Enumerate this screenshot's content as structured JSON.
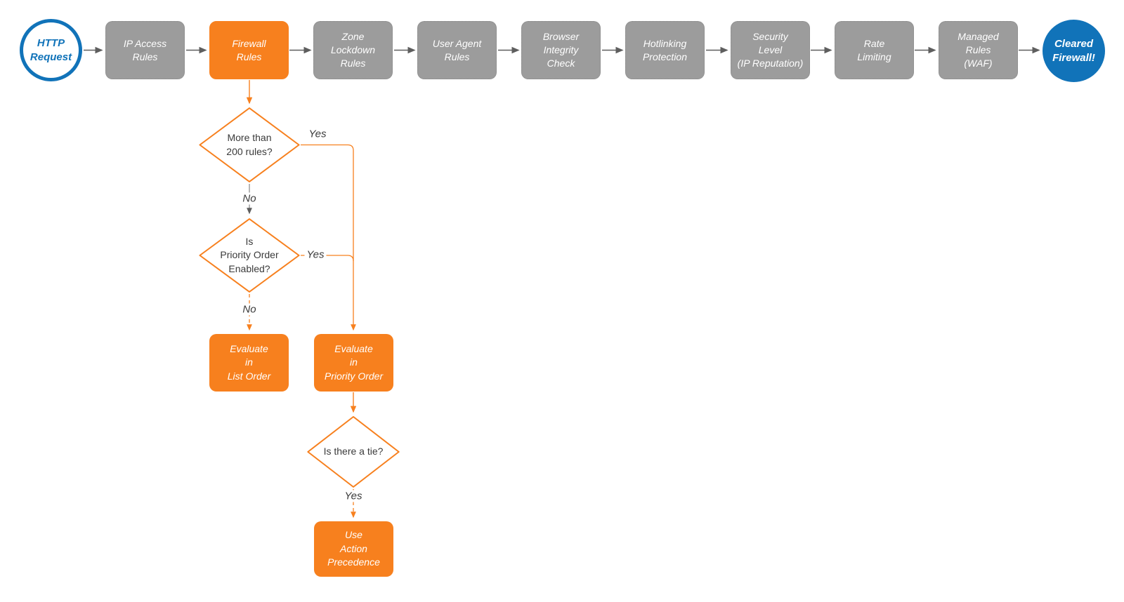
{
  "colors": {
    "orange": "#F7801E",
    "blue": "#1173B9",
    "gray_fill": "#9C9C9C",
    "connector_gray": "#5E5E5E",
    "text_dark": "#3A3A3A",
    "node_text": "#FFFFFF"
  },
  "pipeline": {
    "start": {
      "label": "HTTP\nRequest"
    },
    "steps": [
      {
        "id": "ip-access-rules",
        "label": "IP Access\nRules"
      },
      {
        "id": "firewall-rules",
        "label": "Firewall\nRules"
      },
      {
        "id": "zone-lockdown-rules",
        "label": "Zone\nLockdown\nRules"
      },
      {
        "id": "user-agent-rules",
        "label": "User Agent\nRules"
      },
      {
        "id": "browser-integrity-check",
        "label": "Browser\nIntegrity\nCheck"
      },
      {
        "id": "hotlinking-protection",
        "label": "Hotlinking\nProtection"
      },
      {
        "id": "security-level",
        "label": "Security\nLevel\n(IP Reputation)"
      },
      {
        "id": "rate-limiting",
        "label": "Rate\nLimiting"
      },
      {
        "id": "managed-rules-waf",
        "label": "Managed\nRules\n(WAF)"
      }
    ],
    "end": {
      "label": "Cleared\nFirewall!"
    }
  },
  "decisions": {
    "more_than_200": {
      "label": "More than\n200 rules?",
      "yes": "Yes",
      "no": "No"
    },
    "priority_enabled": {
      "label": "Is\nPriority Order\nEnabled?",
      "yes": "Yes",
      "no": "No"
    },
    "tie": {
      "label": "Is there a tie?",
      "yes": "Yes"
    }
  },
  "actions": {
    "list_order": {
      "label": "Evaluate\nin\nList Order"
    },
    "priority_order": {
      "label": "Evaluate\nin\nPriority Order"
    },
    "action_precedence": {
      "label": "Use\nAction\nPrecedence"
    }
  }
}
